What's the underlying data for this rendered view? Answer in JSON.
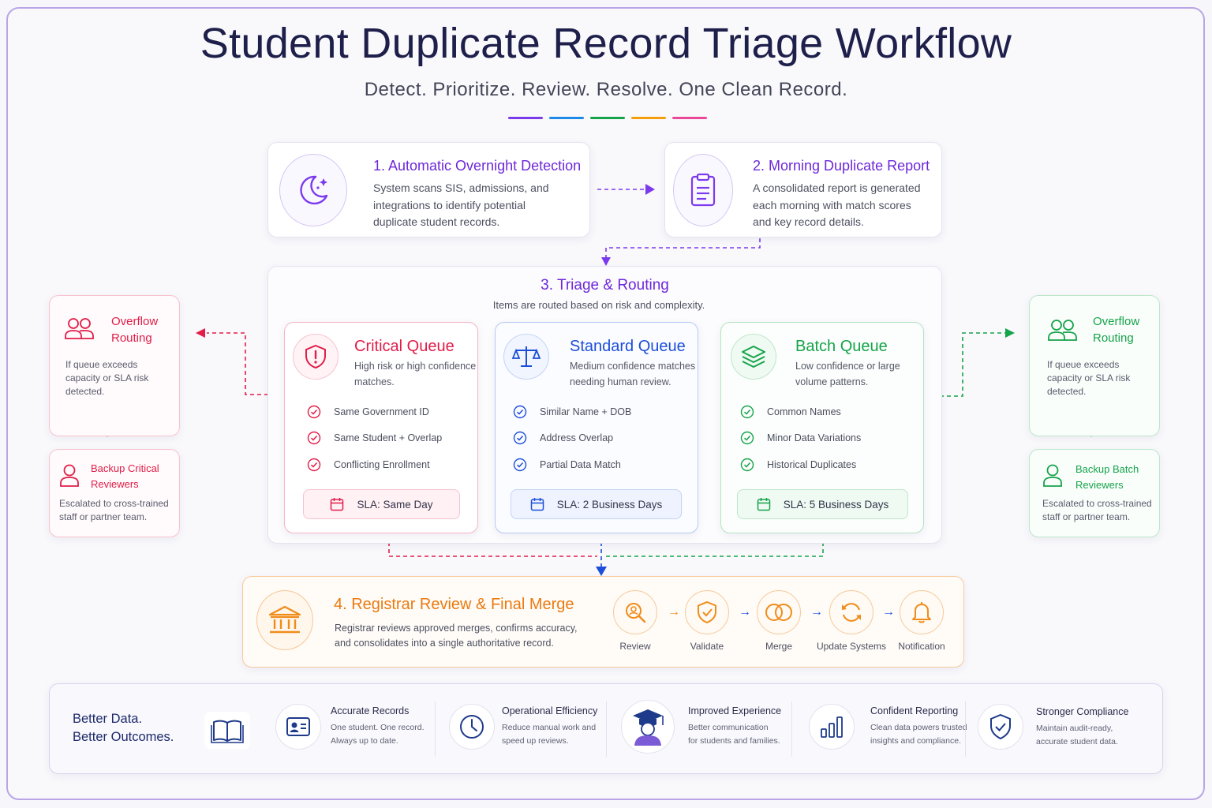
{
  "header": {
    "title": "Student Duplicate Record Triage Workflow",
    "subtitle": "Detect. Prioritize. Review. Resolve. One Clean Record.",
    "accent_colors": [
      "#7c3aed",
      "#1e88e5",
      "#16a34a",
      "#f59e0b",
      "#ec4899"
    ]
  },
  "step1": {
    "title": "1. Automatic Overnight Detection",
    "lines": [
      "System scans SIS, admissions, and",
      "integrations to identify potential",
      "duplicate student records."
    ],
    "icon": "moon-star-icon"
  },
  "step2": {
    "title": "2. Morning Duplicate Report",
    "lines": [
      "A consolidated report is generated",
      "each morning with match scores",
      "and key record details."
    ],
    "icon": "clipboard-icon"
  },
  "step3": {
    "title": "3. Triage & Routing",
    "subtitle": "Items are routed based on risk and complexity."
  },
  "queues": {
    "critical": {
      "title": "Critical Queue",
      "desc": [
        "High risk or high confidence",
        "matches."
      ],
      "items": [
        "Same Government ID",
        "Same Student + Overlap",
        "Conflicting Enrollment"
      ],
      "sla": "SLA: Same Day",
      "color": "#e11d48"
    },
    "standard": {
      "title": "Standard Queue",
      "desc": [
        "Medium confidence matches",
        "needing human review."
      ],
      "items": [
        "Similar Name + DOB",
        "Address Overlap",
        "Partial Data Match"
      ],
      "sla": "SLA: 2 Business Days",
      "color": "#1d4ed8"
    },
    "batch": {
      "title": "Batch Queue",
      "desc": [
        "Low confidence or large",
        "volume patterns."
      ],
      "items": [
        "Common Names",
        "Minor Data Variations",
        "Historical Duplicates"
      ],
      "sla": "SLA: 5 Business Days",
      "color": "#16a34a"
    }
  },
  "left_side": {
    "overflow_title": [
      "Overflow",
      "Routing"
    ],
    "overflow_text": [
      "If queue exceeds",
      "capacity or SLA risk",
      "detected."
    ],
    "backup_title": [
      "Backup Critical",
      "Reviewers"
    ],
    "backup_text": [
      "Escalated to cross-trained",
      "staff or partner team."
    ]
  },
  "right_side": {
    "overflow_title": [
      "Overflow",
      "Routing"
    ],
    "overflow_text": [
      "If queue exceeds",
      "capacity or SLA risk",
      "detected."
    ],
    "backup_title": [
      "Backup Batch",
      "Reviewers"
    ],
    "backup_text": [
      "Escalated to cross-trained",
      "staff or partner team."
    ]
  },
  "step4": {
    "title": "4. Registrar Review & Final Merge",
    "lines": [
      "Registrar reviews approved merges, confirms accuracy,",
      "and consolidates into a single authoritative record."
    ],
    "icon": "bank-icon",
    "steps": [
      "Review",
      "Validate",
      "Merge",
      "Update Systems",
      "Notification"
    ]
  },
  "footer": {
    "tagline": [
      "Better Data.",
      "Better Outcomes."
    ],
    "benefits": [
      {
        "title": "Accurate Records",
        "text": [
          "One student. One record.",
          "Always up to date."
        ],
        "icon": "id-card-icon"
      },
      {
        "title": "Operational Efficiency",
        "text": [
          "Reduce manual work and",
          "speed up reviews."
        ],
        "icon": "clock-icon"
      },
      {
        "title": "Improved Experience",
        "text": [
          "Better communication",
          "for students and families."
        ],
        "icon": "graduate-icon"
      },
      {
        "title": "Confident Reporting",
        "text": [
          "Clean data powers trusted",
          "insights and compliance."
        ],
        "icon": "bar-chart-icon"
      },
      {
        "title": "Stronger Compliance",
        "text": [
          "Maintain audit-ready,",
          "accurate student data."
        ],
        "icon": "shield-check-icon"
      }
    ]
  }
}
